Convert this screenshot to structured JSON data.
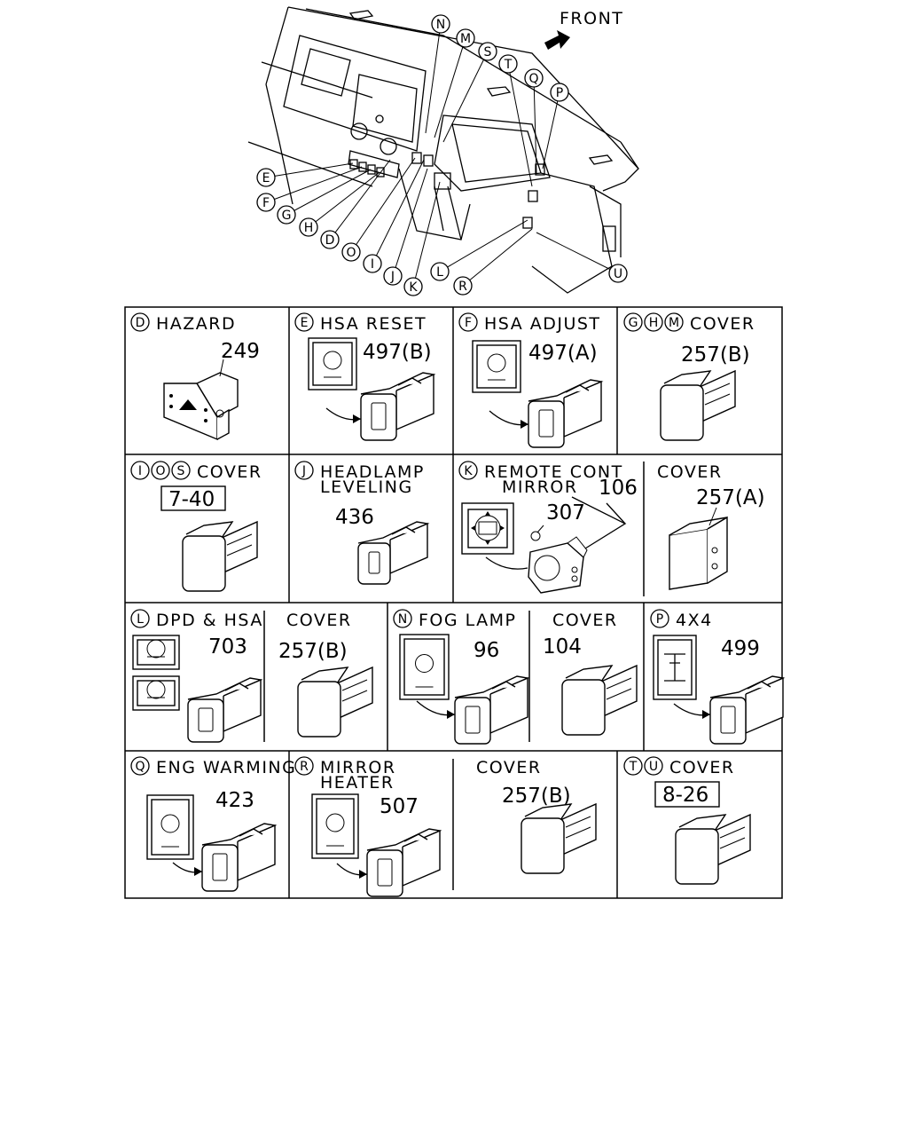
{
  "overview": {
    "front_label": "FRONT",
    "callouts": [
      "N",
      "M",
      "S",
      "T",
      "Q",
      "P",
      "E",
      "F",
      "G",
      "H",
      "D",
      "O",
      "I",
      "J",
      "K",
      "L",
      "R",
      "U"
    ]
  },
  "cells": [
    {
      "id": "d",
      "letters": [
        "D"
      ],
      "title": [
        "HAZARD"
      ],
      "part": "249"
    },
    {
      "id": "e",
      "letters": [
        "E"
      ],
      "title": [
        "HSA RESET"
      ],
      "part": "497(B)"
    },
    {
      "id": "f",
      "letters": [
        "F"
      ],
      "title": [
        "HSA ADJUST"
      ],
      "part": "497(A)"
    },
    {
      "id": "ghm",
      "letters": [
        "G",
        "H",
        "M"
      ],
      "title": [
        "COVER"
      ],
      "part": "257(B)"
    },
    {
      "id": "ios",
      "letters": [
        "I",
        "O",
        "S"
      ],
      "title": [
        "COVER"
      ],
      "part": "7-40"
    },
    {
      "id": "j",
      "letters": [
        "J"
      ],
      "title": [
        "HEADLAMP",
        "LEVELING"
      ],
      "part": "436"
    },
    {
      "id": "k",
      "letters": [
        "K"
      ],
      "title": [
        "REMOTE CONT",
        "MIRROR"
      ],
      "parts": [
        "106",
        "307"
      ]
    },
    {
      "id": "kc",
      "letters": [],
      "title": [
        "COVER"
      ],
      "part": "257(A)"
    },
    {
      "id": "l",
      "letters": [
        "L"
      ],
      "title": [
        "DPD & HSA"
      ],
      "part": "703"
    },
    {
      "id": "lc",
      "letters": [],
      "title": [
        "COVER"
      ],
      "part": "257(B)"
    },
    {
      "id": "n",
      "letters": [
        "N"
      ],
      "title": [
        "FOG LAMP"
      ],
      "part": "96"
    },
    {
      "id": "nc",
      "letters": [],
      "title": [
        "COVER"
      ],
      "part": "104"
    },
    {
      "id": "p",
      "letters": [
        "P"
      ],
      "title": [
        "4X4"
      ],
      "part": "499"
    },
    {
      "id": "q",
      "letters": [
        "Q"
      ],
      "title": [
        "ENG WARMING"
      ],
      "part": "423"
    },
    {
      "id": "r",
      "letters": [
        "R"
      ],
      "title": [
        "MIRROR",
        "HEATER"
      ],
      "part": "507"
    },
    {
      "id": "rc",
      "letters": [],
      "title": [
        "COVER"
      ],
      "part": "257(B)"
    },
    {
      "id": "tu",
      "letters": [
        "T",
        "U"
      ],
      "title": [
        "COVER"
      ],
      "part": "8-26"
    }
  ]
}
